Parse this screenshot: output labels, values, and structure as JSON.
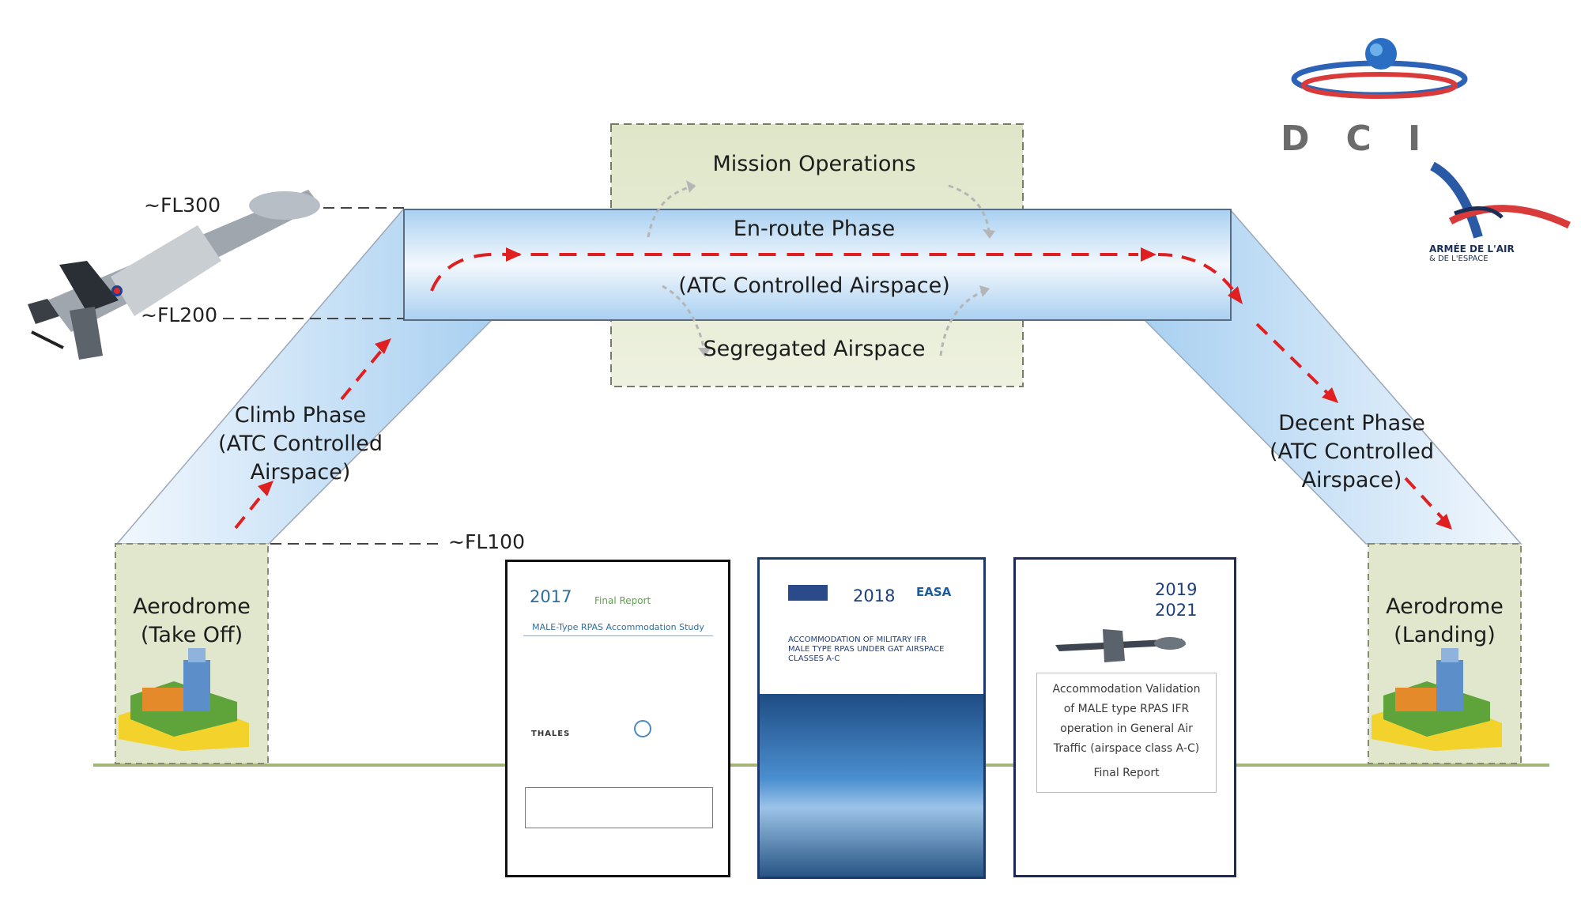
{
  "flight_levels": {
    "fl300": "~FL300",
    "fl200": "~FL200",
    "fl100": "~FL100"
  },
  "phases": {
    "mission_operations": "Mission Operations",
    "enroute_line1": "En-route Phase",
    "enroute_line2": "(ATC Controlled Airspace)",
    "segregated": "Segregated Airspace",
    "climb_line1": "Climb Phase",
    "climb_line2": "(ATC Controlled",
    "climb_line3": "Airspace)",
    "descent_line1": "Decent Phase",
    "descent_line2": "(ATC Controlled",
    "descent_line3": "Airspace)"
  },
  "aerodromes": {
    "takeoff_line1": "Aerodrome",
    "takeoff_line2": "(Take Off)",
    "landing_line1": "Aerodrome",
    "landing_line2": "(Landing)"
  },
  "documents": {
    "doc1": {
      "year": "2017",
      "heading": "Final Report",
      "title": "MALE-Type RPAS Accommodation Study",
      "company1": "THALES"
    },
    "doc2": {
      "year": "2018",
      "agency_logo": "EASA",
      "title_line1": "ACCOMMODATION OF MILITARY IFR",
      "title_line2": "MALE TYPE RPAS UNDER GAT AIRSPACE",
      "title_line3": "CLASSES A-C"
    },
    "doc3": {
      "year1": "2019",
      "year2": "2021",
      "title_line1": "Accommodation Validation",
      "title_line2": "of MALE type RPAS IFR",
      "title_line3": "operation in General Air",
      "title_line4": "Traffic (airspace class A-C)",
      "subtitle": "Final Report"
    }
  },
  "logos": {
    "dci": "DCI",
    "armee_line1": "ARMÉE DE L'AIR",
    "armee_line2": "& DE L'ESPACE"
  },
  "colors": {
    "phase_blue": "#bcdcf5",
    "box_green": "#e1e7cc",
    "route_red": "#e02020",
    "ground_line": "#a4b47a"
  }
}
